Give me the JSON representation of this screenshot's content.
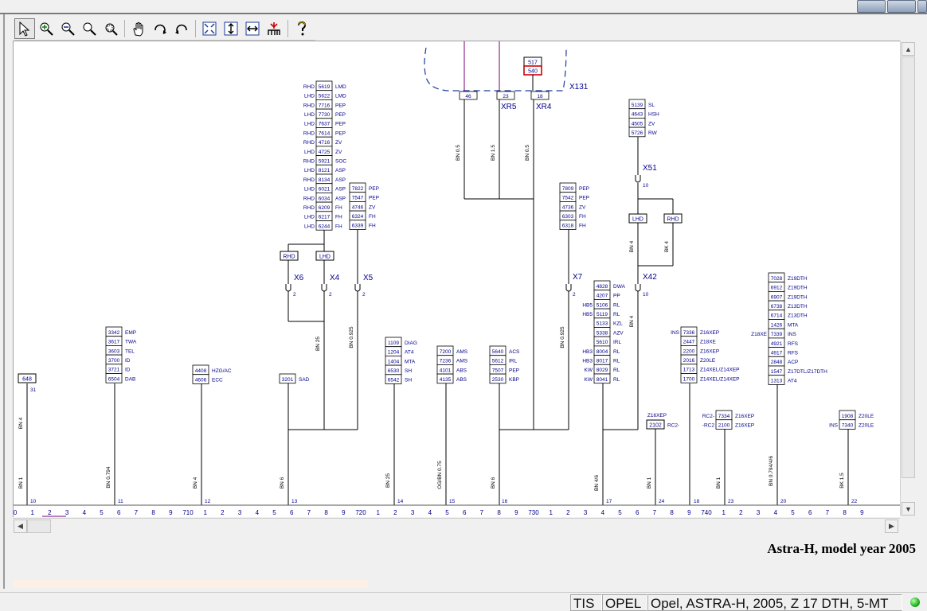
{
  "toolbar": {
    "tools": [
      {
        "name": "select-tool-button",
        "icon": "arrow-cursor-icon"
      },
      {
        "name": "zoom-in-button",
        "icon": "zoom-in-icon"
      },
      {
        "name": "zoom-out-button",
        "icon": "zoom-out-icon"
      },
      {
        "name": "zoom-button",
        "icon": "magnifier-icon"
      },
      {
        "name": "zoom-window-button",
        "icon": "zoom-window-icon"
      },
      {
        "name": "pan-button",
        "icon": "hand-icon"
      },
      {
        "name": "rotate-right-button",
        "icon": "rotate-right-icon"
      },
      {
        "name": "rotate-left-button",
        "icon": "rotate-left-icon"
      },
      {
        "name": "fit-page-button",
        "icon": "fit-page-icon"
      },
      {
        "name": "fit-height-button",
        "icon": "fit-height-icon"
      },
      {
        "name": "fit-width-button",
        "icon": "fit-width-icon"
      },
      {
        "name": "signal-tool-button",
        "icon": "signal-trace-icon"
      },
      {
        "name": "help-button",
        "icon": "help-icon"
      }
    ]
  },
  "diagram": {
    "wire_labels": [
      "BN 0.5",
      "BN 1.5",
      "BN 0.5",
      "BN 4",
      "BK 4",
      "BN 4",
      "BN 25",
      "BN 0.925",
      "BN 0.925",
      "BN 4",
      "BN 0.794",
      "BN 4",
      "BN 6",
      "BN 25",
      "OG/BN 0.75",
      "BN 6",
      "BN 4/6",
      "BN 1",
      "BN 1",
      "BN 0.794/4/6",
      "BK 1.5",
      "BN 1"
    ],
    "connectors": [
      "X131",
      "XR5",
      "XR4",
      "X51",
      "X6",
      "X4",
      "X5",
      "X7",
      "X42"
    ],
    "top_pins": [
      "46",
      "23",
      "18"
    ],
    "top_box": [
      "517",
      "540"
    ],
    "pin_numbers": {
      "x6": "2",
      "x4": "2",
      "x5": "2",
      "x7": "2",
      "x51": "10",
      "x42": "10"
    },
    "switch_labels": [
      "RHD",
      "LHD",
      "LHD",
      "RHD"
    ],
    "ground_labels": [
      "31",
      "10",
      "11",
      "12",
      "13",
      "14",
      "15",
      "16",
      "17",
      "24",
      "18",
      "23",
      "20",
      "22"
    ],
    "ruler_numbers": [
      "0",
      "1",
      "2",
      "3",
      "4",
      "5",
      "6",
      "7",
      "8",
      "9",
      "710",
      "1",
      "2",
      "3",
      "4",
      "5",
      "6",
      "7",
      "8",
      "9",
      "720",
      "1",
      "2",
      "3",
      "4",
      "5",
      "6",
      "7",
      "8",
      "9",
      "730",
      "1",
      "2",
      "3",
      "4",
      "5",
      "6",
      "7",
      "8",
      "9",
      "740",
      "1",
      "2",
      "3",
      "4",
      "5",
      "6",
      "7",
      "8",
      "9"
    ],
    "code_stack_center": [
      [
        "RHD",
        "5619",
        "LMD"
      ],
      [
        "LHD",
        "5622",
        "LMD"
      ],
      [
        "RHD",
        "7716",
        "PEP"
      ],
      [
        "LHD",
        "7730",
        "PEP"
      ],
      [
        "LHD",
        "7637",
        "PEP"
      ],
      [
        "RHD",
        "7614",
        "PEP"
      ],
      [
        "RHD",
        "4716",
        "ZV"
      ],
      [
        "LHD",
        "4725",
        "ZV"
      ],
      [
        "RHD",
        "5921",
        "SOC"
      ],
      [
        "LHD",
        "8121",
        "ASP"
      ],
      [
        "RHD",
        "8134",
        "ASP"
      ],
      [
        "LHD",
        "6021",
        "ASP"
      ],
      [
        "RHD",
        "6034",
        "ASP"
      ],
      [
        "RHD",
        "6209",
        "FH"
      ],
      [
        "LHD",
        "6217",
        "FH"
      ],
      [
        "LHD",
        "6244",
        "FH"
      ]
    ],
    "code_stack_pep": [
      [
        "7822",
        "PEP"
      ],
      [
        "7547",
        "PEP"
      ],
      [
        "4746",
        "ZV"
      ],
      [
        "6324",
        "FH"
      ],
      [
        "6339",
        "FH"
      ]
    ],
    "code_stack_x51": [
      [
        "5139",
        "SL"
      ],
      [
        "4643",
        "HSH"
      ],
      [
        "4505",
        "ZV"
      ],
      [
        "5726",
        "RW"
      ]
    ],
    "code_stack_x7": [
      [
        "7809",
        "PEP"
      ],
      [
        "7542",
        "PEP"
      ],
      [
        "4736",
        "ZV"
      ],
      [
        "6303",
        "FH"
      ],
      [
        "6318",
        "FH"
      ]
    ],
    "code_stack_dwa": [
      [
        "",
        "4828",
        "DWA"
      ],
      [
        "",
        "4207",
        "PP"
      ],
      [
        "HB5",
        "5106",
        "RL"
      ],
      [
        "HB5",
        "5119",
        "RL"
      ],
      [
        "",
        "5133",
        "KZL"
      ],
      [
        "",
        "5338",
        "AZV"
      ],
      [
        "",
        "5610",
        "IRL"
      ],
      [
        "HB3",
        "8004",
        "RL"
      ],
      [
        "HB3",
        "8017",
        "RL"
      ],
      [
        "KW",
        "8029",
        "RL"
      ],
      [
        "KW",
        "8041",
        "RL"
      ]
    ],
    "code_stack_z19": [
      [
        "",
        "7028",
        "Z19DTH"
      ],
      [
        "",
        "6912",
        "Z19DTH"
      ],
      [
        "",
        "6907",
        "Z19DTH"
      ],
      [
        "",
        "6738",
        "Z13DTH"
      ],
      [
        "",
        "6714",
        "Z13DTH"
      ],
      [
        "",
        "1426",
        "MTA"
      ],
      [
        "Z18XE",
        "7339",
        "INS"
      ],
      [
        "",
        "4921",
        "RFS"
      ],
      [
        "",
        "4917",
        "RFS"
      ],
      [
        "",
        "2848",
        "ACP"
      ],
      [
        "",
        "1547",
        "Z17DTL/Z17DTH"
      ],
      [
        "",
        "1313",
        "AT4"
      ]
    ],
    "code_stack_z16": [
      [
        "INS",
        "7336",
        "Z16XEP"
      ],
      [
        "",
        "2447",
        "Z18XE"
      ],
      [
        "",
        "2200",
        "Z16XEP"
      ],
      [
        "",
        "2016",
        "Z20LE"
      ],
      [
        "",
        "1713",
        "Z14XEL/Z14XEP"
      ],
      [
        "",
        "1700",
        "Z14XEL/Z14XEP"
      ]
    ],
    "code_stack_emp": [
      [
        "3342",
        "EMP"
      ],
      [
        "3617",
        "TWA"
      ],
      [
        "3603",
        "TEL"
      ],
      [
        "3700",
        "ID"
      ],
      [
        "3721",
        "ID"
      ],
      [
        "6504",
        "DAB"
      ]
    ],
    "code_stack_hzg": [
      [
        "4408",
        "HZG/AC"
      ],
      [
        "4606",
        "ECC"
      ]
    ],
    "code_stack_sad": [
      [
        "3201",
        "SAD"
      ]
    ],
    "code_stack_diag": [
      [
        "1109",
        "DIAG"
      ],
      [
        "1204",
        "AT4"
      ],
      [
        "1404",
        "MTA"
      ],
      [
        "6530",
        "SH"
      ],
      [
        "6542",
        "SH"
      ]
    ],
    "code_stack_abs": [
      [
        "7200",
        "AMS"
      ],
      [
        "7236",
        "AMS"
      ],
      [
        "4101",
        "ABS"
      ],
      [
        "4135",
        "ABS"
      ]
    ],
    "code_stack_acs": [
      [
        "5640",
        "ACS"
      ],
      [
        "5612",
        "IRL"
      ],
      [
        "7507",
        "PEP"
      ],
      [
        "2530",
        "KBP"
      ]
    ],
    "code_left": "648",
    "code_z16xep": {
      "label": "Z16XEP",
      "code": "2102",
      "tail": "RC2-"
    },
    "code_rc2": [
      [
        "RC2-",
        "7334",
        "Z16XEP"
      ],
      [
        "-RC2",
        "2100",
        "Z16XEP"
      ]
    ],
    "code_z20le": [
      [
        "",
        "1908",
        "Z20LE"
      ],
      [
        "INS",
        "7340",
        "Z20LE"
      ]
    ]
  },
  "caption": "Astra-H, model year 2005",
  "status": {
    "app": "TIS",
    "brand": "OPEL",
    "vehicle": "Opel, ASTRA-H, 2005, Z 17 DTH, 5-MT"
  },
  "colors": {
    "wire": "#000000",
    "text": "#00008b",
    "highlight": "#cc0000",
    "splice": "#7a007a"
  }
}
